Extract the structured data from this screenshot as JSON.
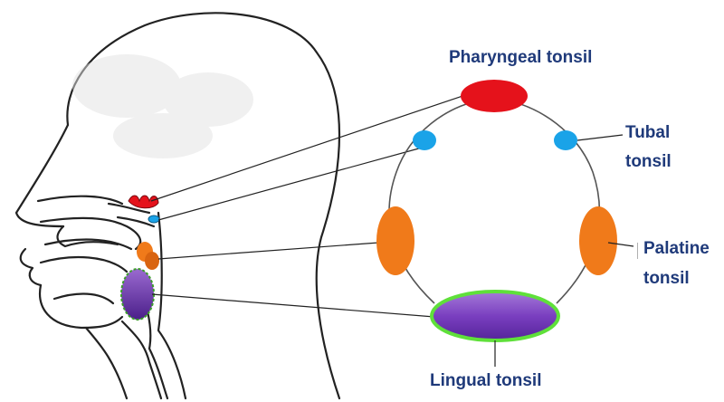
{
  "labels": {
    "pharyngeal": "Pharyngeal tonsil",
    "tubal_line1": "Tubal",
    "tubal_line2": "tonsil",
    "palatine_line1": "Palatine",
    "palatine_line2": "tonsil",
    "lingual": "Lingual tonsil"
  },
  "colors": {
    "label_text": "#1f3a7a",
    "pharyngeal": "#e5121b",
    "tubal": "#1aa3e8",
    "palatine": "#f07a1a",
    "lingual_fill_top": "#8a4fc7",
    "lingual_fill_bottom": "#5a2a9a",
    "lingual_border": "#5fe03a",
    "outline": "#222222",
    "ring": "#555555"
  }
}
